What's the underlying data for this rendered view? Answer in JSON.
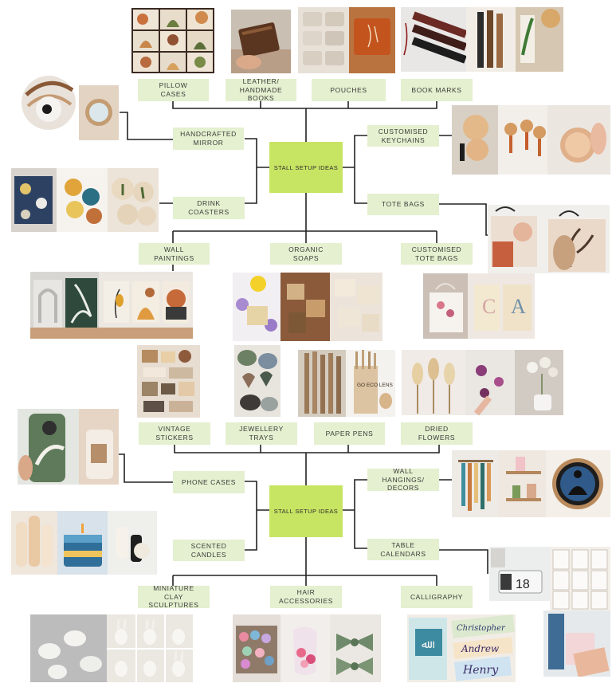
{
  "groups": [
    {
      "center_label": "STALL SETUP IDEAS",
      "items": [
        "PILLOW\nCASES",
        "LEATHER/\nHANDMADE\nBOOKS",
        "POUCHES",
        "BOOK MARKS",
        "HANDCRAFTED\nMIRROR",
        "DRINK\nCOASTERS",
        "CUSTOMISED\nKEYCHAINS",
        "TOTE BAGS",
        "WALL\nPAINTINGS",
        "ORGANIC\nSOAPS",
        "CUSTOMISED\nTOTE BAGS",
        "VINTAGE\nSTICKERS",
        "JEWELLERY\nTRAYS",
        "PAPER PENS",
        "DRIED\nFLOWERS"
      ]
    },
    {
      "center_label": "STALL SETUP IDEAS",
      "items": [
        "PHONE CASES",
        "SCENTED\nCANDLES",
        "WALL\nHANGINGS/\nDECORS",
        "TABLE\nCALENDARS",
        "MINIATURE\nCLAY\nSCULPTURES",
        "HAIR\nACCESSORIES",
        "CALLIGRAPHY"
      ]
    }
  ],
  "photo_text": {
    "calendar_date": "18",
    "paper_pen_text": "GO ECO LENS",
    "calligraphy_names": [
      "Christopher",
      "Andrew",
      "Henry"
    ]
  },
  "colors": {
    "label_bg": "#e4f0cf",
    "center_bg": "#c8e463",
    "line": "#222222"
  }
}
